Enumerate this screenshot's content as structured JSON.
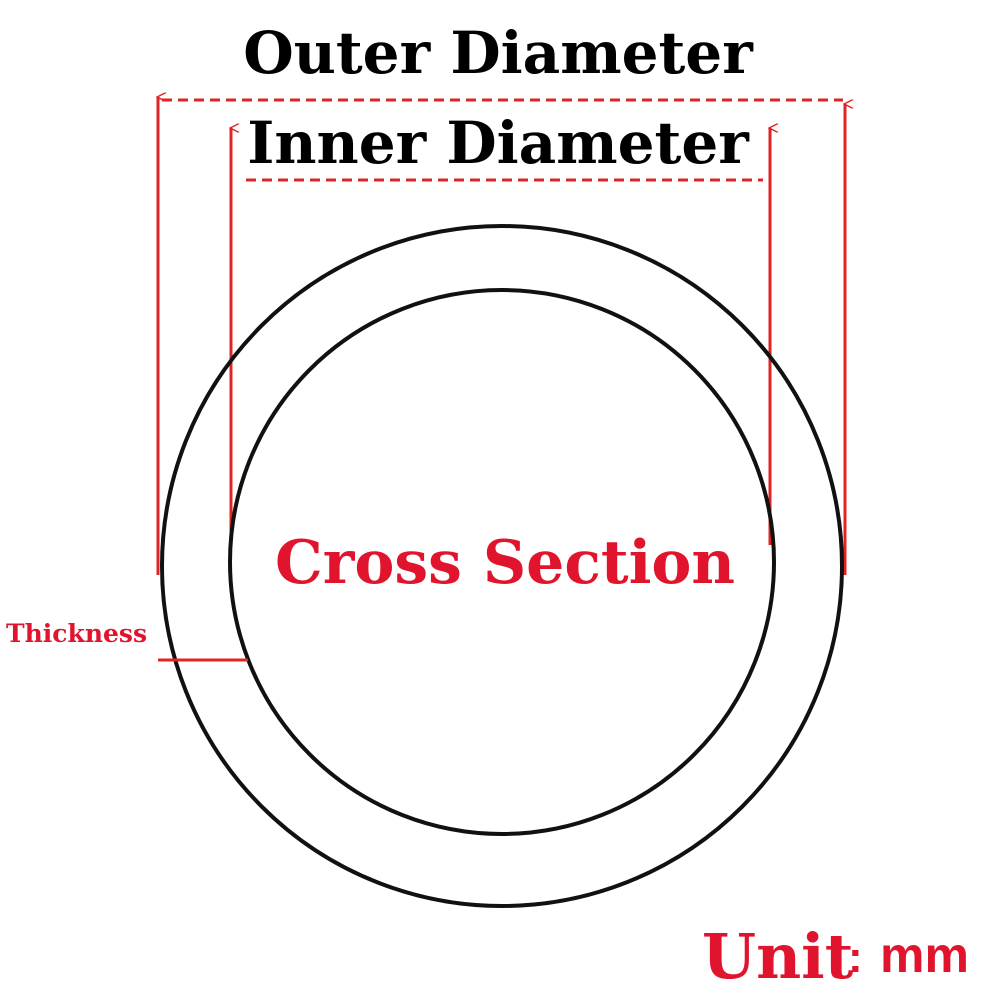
{
  "labels": {
    "outer_diameter": "Outer Diameter",
    "inner_diameter": "Inner Diameter",
    "cross_section": "Cross Section",
    "thickness": "Thickness",
    "unit_prefix": "Unit",
    "unit_colon": ":",
    "unit_value": "mm"
  },
  "colors": {
    "dimension_line": "#e02424",
    "accent_text": "#e0152d",
    "ring_stroke": "#111111",
    "label_text": "#000000",
    "background": "#ffffff"
  }
}
